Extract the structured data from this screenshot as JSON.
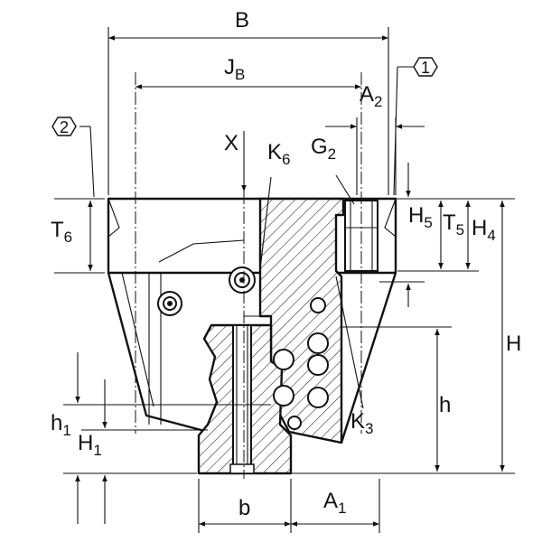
{
  "drawing": {
    "dimensions": {
      "B": {
        "main": "B",
        "sub": ""
      },
      "JB": {
        "main": "J",
        "sub": "B"
      },
      "A2": {
        "main": "A",
        "sub": "2"
      },
      "X": {
        "main": "X",
        "sub": ""
      },
      "K6": {
        "main": "K",
        "sub": "6"
      },
      "G2": {
        "main": "G",
        "sub": "2"
      },
      "T6": {
        "main": "T",
        "sub": "6"
      },
      "H5": {
        "main": "H",
        "sub": "5"
      },
      "T5": {
        "main": "T",
        "sub": "5"
      },
      "H4": {
        "main": "H",
        "sub": "4"
      },
      "H": {
        "main": "H",
        "sub": ""
      },
      "h": {
        "main": "h",
        "sub": ""
      },
      "K3": {
        "main": "K",
        "sub": "3"
      },
      "h1": {
        "main": "h",
        "sub": "1"
      },
      "H1": {
        "main": "H",
        "sub": "1"
      },
      "b": {
        "main": "b",
        "sub": ""
      },
      "A1": {
        "main": "A",
        "sub": "1"
      }
    },
    "callouts": {
      "one": "1",
      "two": "2"
    }
  }
}
